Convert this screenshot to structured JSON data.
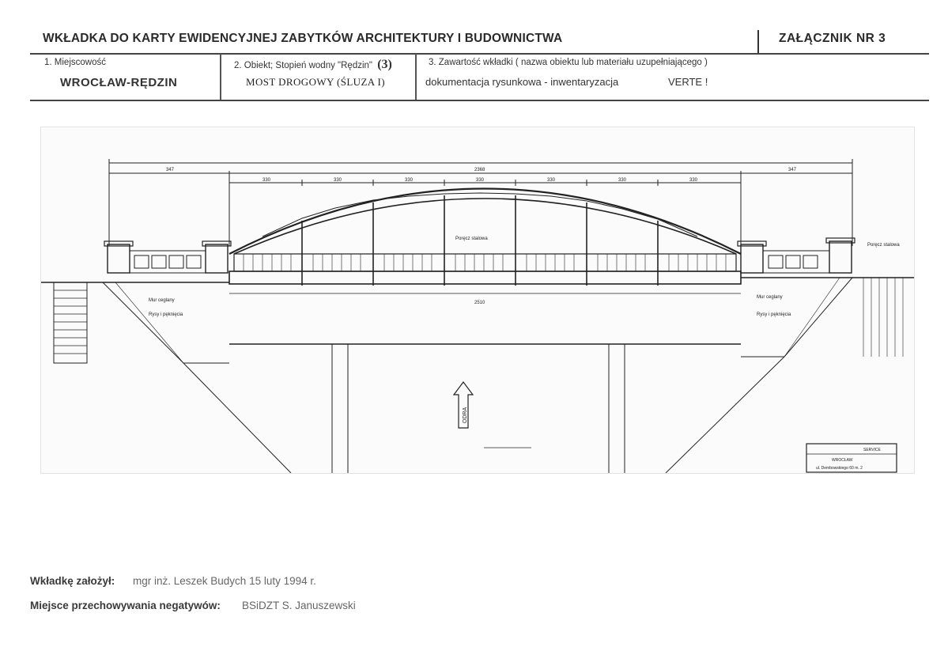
{
  "header": {
    "title": "WKŁADKA DO KARTY EWIDENCYJNEJ ZABYTKÓW ARCHITEKTURY I BUDOWNICTWA",
    "annex": "ZAŁĄCZNIK NR 3"
  },
  "fields": {
    "locality_label": "1. Miejscowość",
    "locality_value": "WROCŁAW-RĘDZIN",
    "object_label": "2. Obiekt; Stopień wodny \"Rędzin\"",
    "object_number": "(3)",
    "object_value": "MOST DROGOWY (ŚLUZA I)",
    "content_label": "3. Zawartość wkładki ( nazwa obiektu lub materiału uzupełniającego )",
    "content_value": "dokumentacja rysunkowa - inwentaryzacja",
    "content_note": "VERTE !"
  },
  "drawing": {
    "dims_top": [
      "347",
      "2368",
      "347"
    ],
    "dims_spans": [
      "330",
      "330",
      "330",
      "330",
      "330",
      "330",
      "330"
    ],
    "label_left_1": "Mur ceglany",
    "label_left_2": "Rysy i pęknięcia",
    "label_center_1": "Poręcz stalowa",
    "label_center_2": "2510",
    "label_right_1": "Mur ceglany",
    "label_right_2": "Rysy i pęknięcia",
    "label_right_3": "Poręcz stalowa",
    "river_label": "ODRA",
    "stamp_line_1": "SERVICE",
    "stamp_line_2": "WROCŁAW",
    "stamp_line_3": "ul. Dembowskiego 60 m. 2"
  },
  "footer": {
    "founder_label": "Wkładkę założył:",
    "founder_value": "mgr inż. Leszek Budych  15 luty 1994 r.",
    "storage_label": "Miejsce przechowywania negatywów:",
    "storage_value": "BSiDZT  S. Januszewski"
  }
}
